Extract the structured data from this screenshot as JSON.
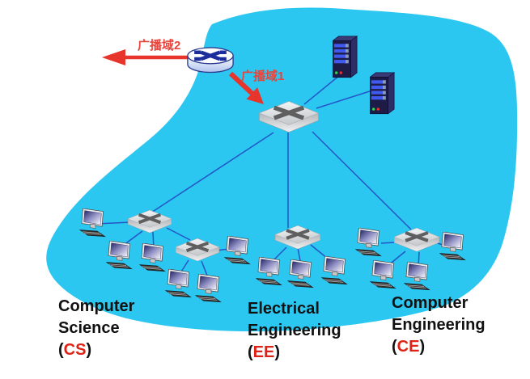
{
  "colors": {
    "region_cyan": "#2BC7F0",
    "link_blue": "#2356C7",
    "arrow_red": "#E8352B",
    "cn_label_red": "#E5453C",
    "abbr_red": "#DD2318",
    "label_black": "#111111"
  },
  "annotations": {
    "broadcast_domain_2": "广播域2",
    "broadcast_domain_1": "广播域1"
  },
  "departments": [
    {
      "line1": "Computer",
      "line2": "Science",
      "open": "(",
      "abbr": "CS",
      "close": ")"
    },
    {
      "line1": "Electrical",
      "line2": "Engineering",
      "open": "(",
      "abbr": "EE",
      "close": ")"
    },
    {
      "line1": "Computer",
      "line2": "Engineering",
      "open": "(",
      "abbr": "CE",
      "close": ")"
    }
  ],
  "icons": {
    "router": "router-cylinder-icon",
    "switch": "switch-3d-box-icon",
    "server": "server-tower-icon",
    "computer": "desktop-computer-icon"
  }
}
